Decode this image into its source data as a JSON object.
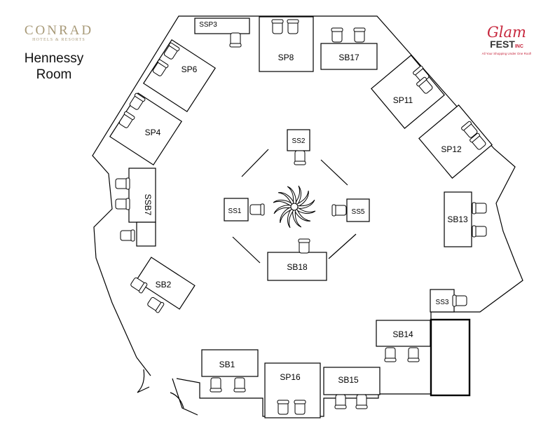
{
  "branding": {
    "venue_logo": "CONRAD",
    "venue_tagline": "HOTELS & RESORTS",
    "event_logo_script": "Glam",
    "event_logo_block": "FEST",
    "event_logo_suffix": "INC",
    "event_tagline": "All Your Shopping Under One Roof!"
  },
  "room": {
    "line1": "Hennessy",
    "line2": "Room"
  },
  "booths": {
    "ssp3": "SSP3",
    "sp8": "SP8",
    "sb17": "SB17",
    "sp6": "SP6",
    "sp4": "SP4",
    "sp11": "SP11",
    "sp12": "SP12",
    "ss2": "SS2",
    "ssb7": "SSB7",
    "ss1": "SS1",
    "ss5": "SS5",
    "sb13": "SB13",
    "sb18": "SB18",
    "sb2": "SB2",
    "ss3": "SS3",
    "sb14": "SB14",
    "sb1": "SB1",
    "sp16": "SP16",
    "sb15": "SB15"
  },
  "colors": {
    "line": "#000000",
    "conrad_gold": "#a89a78",
    "glam_red": "#c7283e"
  },
  "icons": {
    "centerpiece": "starburst-sculpture-icon",
    "seat": "chair-icon"
  }
}
